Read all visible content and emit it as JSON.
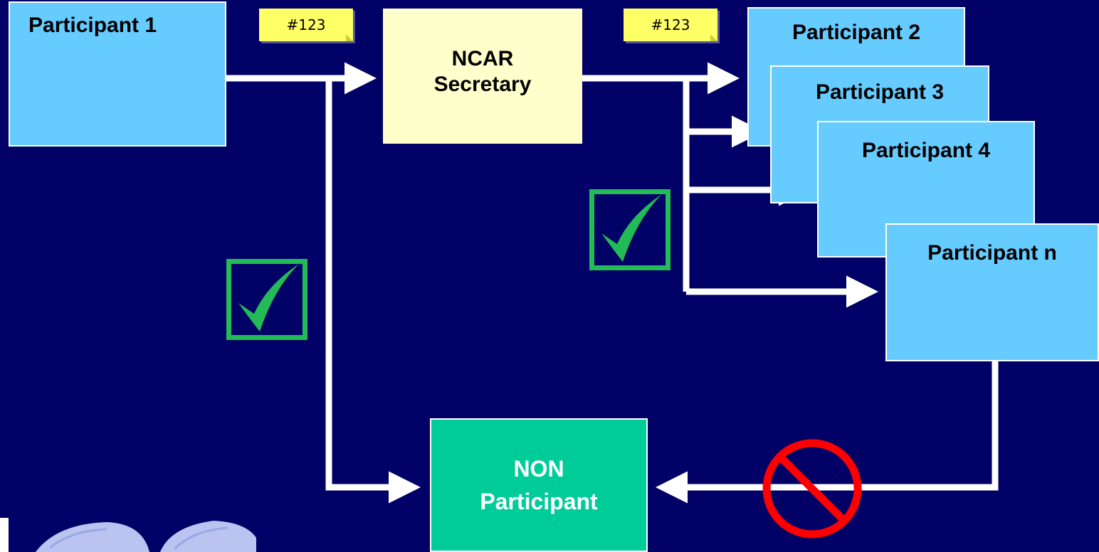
{
  "participants": {
    "p1": "Participant 1",
    "p2": "Participant 2",
    "p3": "Participant 3",
    "p4": "Participant 4",
    "pn": "Participant n"
  },
  "secretary": "NCAR\nSecretary",
  "non_participant": "NON\nParticipant",
  "notes": {
    "left": "#123",
    "right": "#123"
  },
  "icons": {
    "check": "check-icon",
    "prohibited": "prohibited-icon",
    "globe": "globe-logo"
  },
  "colors": {
    "background": "#000066",
    "participant_fill": "#66ccff",
    "secretary_fill": "#ffffcc",
    "non_participant_fill": "#00cc99",
    "note_fill": "#ffff66",
    "check": "#22bb55",
    "prohibited": "#ff0000",
    "connector": "#ffffff"
  }
}
